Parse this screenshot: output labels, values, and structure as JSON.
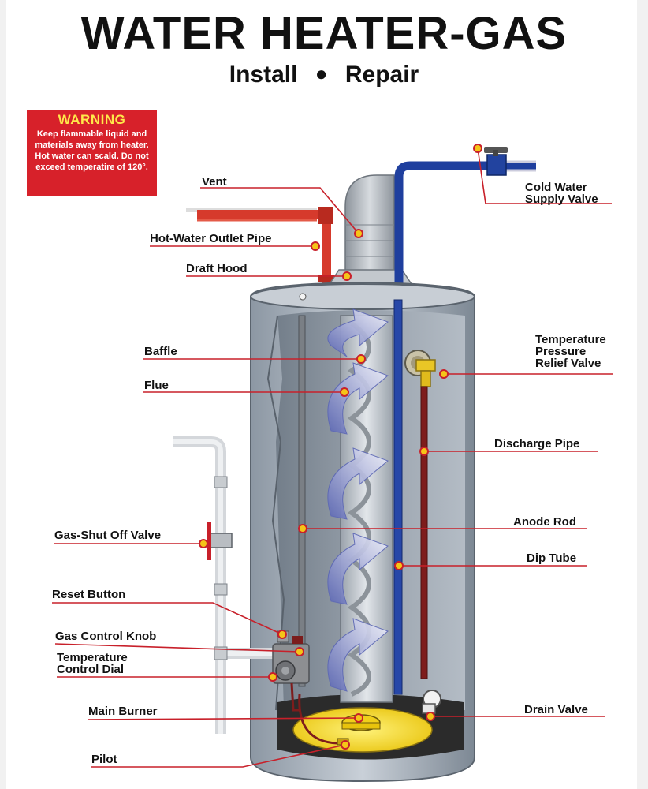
{
  "header": {
    "title": "WATER HEATER-GAS",
    "subtitle_left": "Install",
    "subtitle_separator": "●",
    "subtitle_right": "Repair"
  },
  "warning": {
    "title": "WARNING",
    "body": "Keep flammable liquid and materials away from heater. Hot water can scald. Do not exceed temperatire of 120°."
  },
  "labels": {
    "vent": "Vent",
    "hot_water_outlet": "Hot-Water Outlet Pipe",
    "draft_hood": "Draft Hood",
    "baffle": "Baffle",
    "flue": "Flue",
    "gas_shutoff": "Gas-Shut Off Valve",
    "reset_button": "Reset Button",
    "gas_control_knob": "Gas Control Knob",
    "temp_control_dial": [
      "Temperature",
      "Control Dial"
    ],
    "main_burner": "Main Burner",
    "pilot": "Pilot",
    "cold_water_supply": [
      "Cold Water",
      "Supply Valve"
    ],
    "tp_relief": [
      "Temperature",
      "Pressure",
      "Relief Valve"
    ],
    "discharge_pipe": "Discharge Pipe",
    "anode_rod": "Anode Rod",
    "dip_tube": "Dip Tube",
    "drain_valve": "Drain Valve"
  },
  "colors": {
    "warning_bg": "#d7212a",
    "warning_title": "#ffe94a",
    "leader_line": "#c8202a",
    "callout_dot": "#f5c518",
    "hot_pipe": "#d63a2c",
    "cold_pipe": "#1f3f9e",
    "tank": "#aab3bd",
    "burner": "#f2d21a",
    "heat_arrow": "#7b86c9"
  }
}
